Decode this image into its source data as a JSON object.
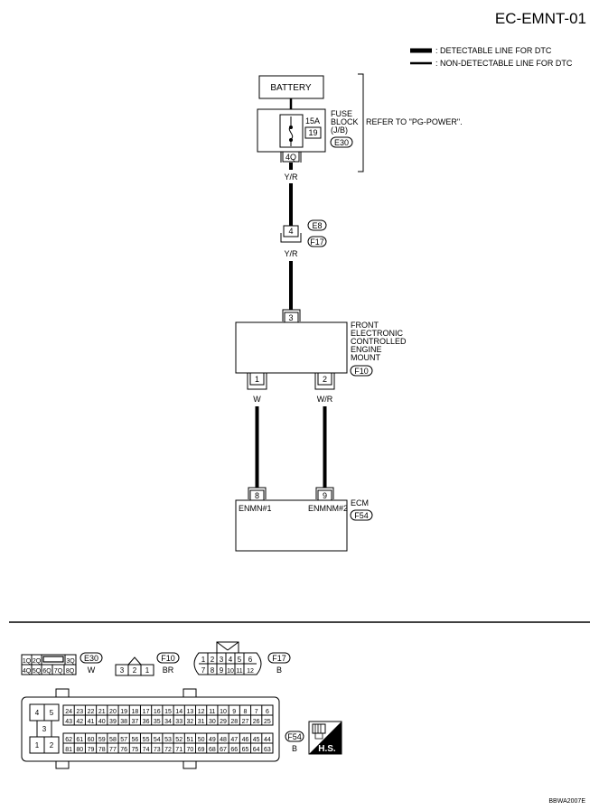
{
  "header": {
    "page_id": "EC-EMNT-01",
    "image_code": "BBWA2007E"
  },
  "legend": {
    "detectable": ": DETECTABLE LINE FOR DTC",
    "non_detectable": ": NON-DETECTABLE LINE FOR DTC"
  },
  "battery": {
    "label": "BATTERY"
  },
  "fuse": {
    "rating": "15A",
    "number": "19",
    "label_lines": [
      "FUSE",
      "BLOCK",
      "(J/B)"
    ],
    "connector": "E30",
    "terminal": "4Q",
    "note": "REFER TO \"PG-POWER\"."
  },
  "wires": {
    "power_color": "Y/R",
    "power_color_2": "Y/R",
    "mount_to_ecm_left": "W",
    "mount_to_ecm_right": "W/R"
  },
  "joint": {
    "terminal": "4",
    "connectors": [
      "E8",
      "F17"
    ]
  },
  "mount": {
    "label_lines": [
      "FRONT",
      "ELECTRONIC",
      "CONTROLLED",
      "ENGINE",
      "MOUNT"
    ],
    "connector": "F10",
    "terminal_top": "3",
    "terminal_left": "1",
    "terminal_right": "2"
  },
  "ecm": {
    "label": "ECM",
    "connector": "F54",
    "terminal_left": "8",
    "terminal_right": "9",
    "signal_left": "ENMN#1",
    "signal_right": "ENMNM#2"
  },
  "connector_views": {
    "e30": {
      "id": "E30",
      "color": "W",
      "row1": [
        "1Q",
        "2Q",
        "",
        "3Q"
      ],
      "row2": [
        "4Q",
        "5Q",
        "6Q",
        "7Q",
        "8Q"
      ]
    },
    "f10": {
      "id": "F10",
      "color": "BR",
      "pins": [
        "3",
        "2",
        "1"
      ]
    },
    "f17": {
      "id": "F17",
      "color": "B",
      "row1": [
        "1",
        "2",
        "3",
        "4",
        "5",
        "6"
      ],
      "row2": [
        "7",
        "8",
        "9",
        "10",
        "11",
        "12"
      ]
    },
    "f54": {
      "id": "F54",
      "color": "B",
      "left_block": [
        "4",
        "5",
        "3",
        "1",
        "2"
      ],
      "row1": [
        "24",
        "23",
        "22",
        "21",
        "20",
        "19",
        "18",
        "17",
        "16",
        "15",
        "14",
        "13",
        "12",
        "11",
        "10",
        "9",
        "8",
        "7",
        "6"
      ],
      "row2": [
        "43",
        "42",
        "41",
        "40",
        "39",
        "38",
        "37",
        "36",
        "35",
        "34",
        "33",
        "32",
        "31",
        "30",
        "29",
        "28",
        "27",
        "26",
        "25"
      ],
      "row3": [
        "62",
        "61",
        "60",
        "59",
        "58",
        "57",
        "56",
        "55",
        "54",
        "53",
        "52",
        "51",
        "50",
        "49",
        "48",
        "47",
        "46",
        "45",
        "44"
      ],
      "row4": [
        "81",
        "80",
        "79",
        "78",
        "77",
        "76",
        "75",
        "74",
        "73",
        "72",
        "71",
        "70",
        "69",
        "68",
        "67",
        "66",
        "65",
        "64",
        "63"
      ]
    },
    "hs_badge": "H.S."
  }
}
